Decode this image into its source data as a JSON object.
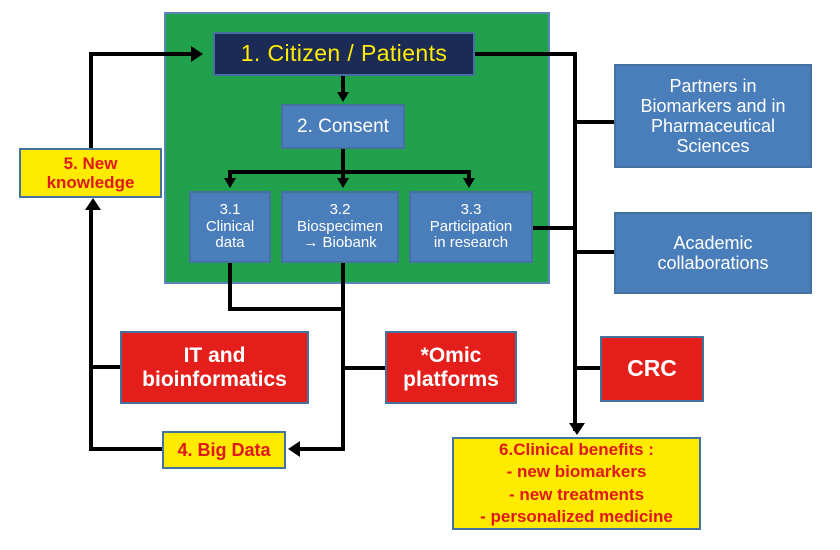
{
  "diagram": {
    "title": "Citizen / Patients clinical research data flow",
    "colors": {
      "green_panel": "#22a14c",
      "navy": "#1b2b56",
      "blue": "#4a7ebb",
      "red": "#e41f1b",
      "yellow": "#ffeb00",
      "yellow_text": "#e0171b",
      "navy_text": "#ffec00",
      "border_blue": "#44719e",
      "connector": "#000000"
    },
    "nodes": {
      "citizen": {
        "label": "1. Citizen / Patients"
      },
      "consent": {
        "label": "2. Consent"
      },
      "clinical_data": {
        "line1": "3.1",
        "line2": "Clinical",
        "line3": "data"
      },
      "biospecimen": {
        "line1": "3.2",
        "line2": "Biospecimen",
        "line3": "→ Biobank"
      },
      "participation": {
        "line1": "3.3",
        "line2": "Participation",
        "line3": "in research"
      },
      "partners": {
        "line1": "Partners in",
        "line2": "Biomarkers and in",
        "line3": "Pharmaceutical",
        "line4": "Sciences"
      },
      "academic": {
        "line1": "Academic",
        "line2": "collaborations"
      },
      "it_bioinformatics": {
        "line1": "IT and",
        "line2": "bioinformatics"
      },
      "omic_platforms": {
        "line1": "*Omic",
        "line2": "platforms"
      },
      "crc": {
        "label": "CRC"
      },
      "new_knowledge": {
        "line1": "5. New",
        "line2": "knowledge"
      },
      "big_data": {
        "label": "4. Big Data"
      },
      "clinical_benefits": {
        "line1": "6.Clinical benefits :",
        "line2": "- new biomarkers",
        "line3": "- new treatments",
        "line4": "- personalized medicine"
      }
    }
  }
}
